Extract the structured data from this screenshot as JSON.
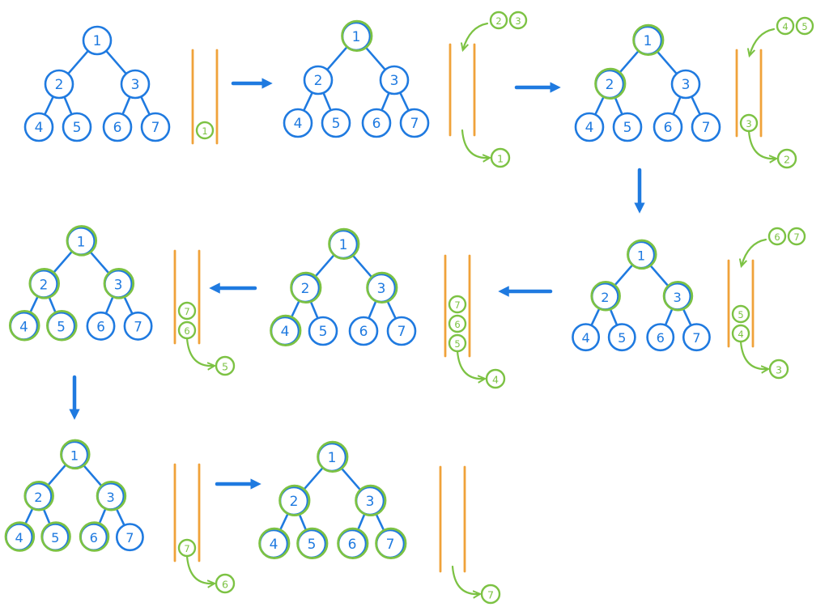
{
  "colors": {
    "tree": "#1f7ae0",
    "visited": "#7cc243",
    "queue": "#f0a23a",
    "arrow": "#1f7ae0"
  },
  "tree_labels": [
    "1",
    "2",
    "3",
    "4",
    "5",
    "6",
    "7"
  ],
  "edges": [
    [
      0,
      1
    ],
    [
      0,
      2
    ],
    [
      1,
      3
    ],
    [
      1,
      4
    ],
    [
      2,
      5
    ],
    [
      2,
      6
    ]
  ],
  "steps": [
    {
      "visited": [],
      "queue": [
        "1"
      ],
      "incoming": [],
      "outgoing": null
    },
    {
      "visited": [
        1
      ],
      "queue": [],
      "incoming": [
        "2",
        "3"
      ],
      "outgoing": "1"
    },
    {
      "visited": [
        1,
        2
      ],
      "queue": [
        "3"
      ],
      "incoming": [
        "4",
        "5"
      ],
      "outgoing": "2"
    },
    {
      "visited": [
        1,
        2,
        3
      ],
      "queue": [
        "5",
        "4"
      ],
      "incoming": [
        "6",
        "7"
      ],
      "outgoing": "3"
    },
    {
      "visited": [
        1,
        2,
        3,
        4
      ],
      "queue": [
        "7",
        "6",
        "5"
      ],
      "incoming": [],
      "outgoing": "4"
    },
    {
      "visited": [
        1,
        2,
        3,
        4,
        5
      ],
      "queue": [
        "7",
        "6"
      ],
      "incoming": [],
      "outgoing": "5"
    },
    {
      "visited": [
        1,
        2,
        3,
        4,
        5,
        6
      ],
      "queue": [
        "7"
      ],
      "incoming": [],
      "outgoing": "6"
    },
    {
      "visited": [
        1,
        2,
        3,
        4,
        5,
        6,
        7
      ],
      "queue": [],
      "incoming": [],
      "outgoing": "7"
    }
  ],
  "flow": [
    "right",
    "right",
    "down",
    "left",
    "left",
    "down",
    "right"
  ]
}
